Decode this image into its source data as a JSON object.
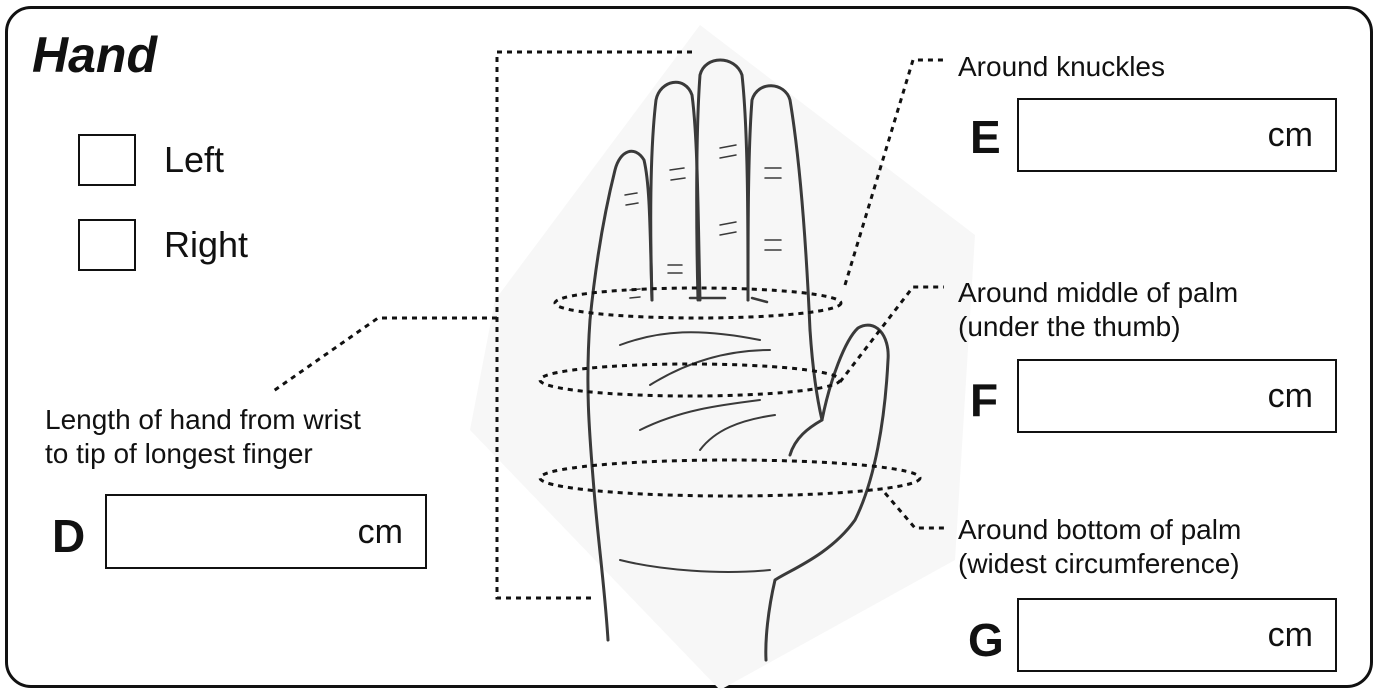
{
  "title": "Hand",
  "hand_options": [
    {
      "label": "Left"
    },
    {
      "label": "Right"
    }
  ],
  "measurements": {
    "D": {
      "letter": "D",
      "description_lines": [
        "Length of hand from wrist",
        "to tip of longest finger"
      ],
      "unit": "cm"
    },
    "E": {
      "letter": "E",
      "description_lines": [
        "Around knuckles"
      ],
      "unit": "cm"
    },
    "F": {
      "letter": "F",
      "description_lines": [
        "Around middle of palm",
        "(under the thumb)"
      ],
      "unit": "cm"
    },
    "G": {
      "letter": "G",
      "description_lines": [
        "Around bottom of palm",
        "(widest circumference)"
      ],
      "unit": "cm"
    }
  },
  "colors": {
    "ink": "#111111",
    "sketch": "#3a3a3a",
    "shade": "#d8d8d8"
  },
  "illustration": "hand-sketch"
}
